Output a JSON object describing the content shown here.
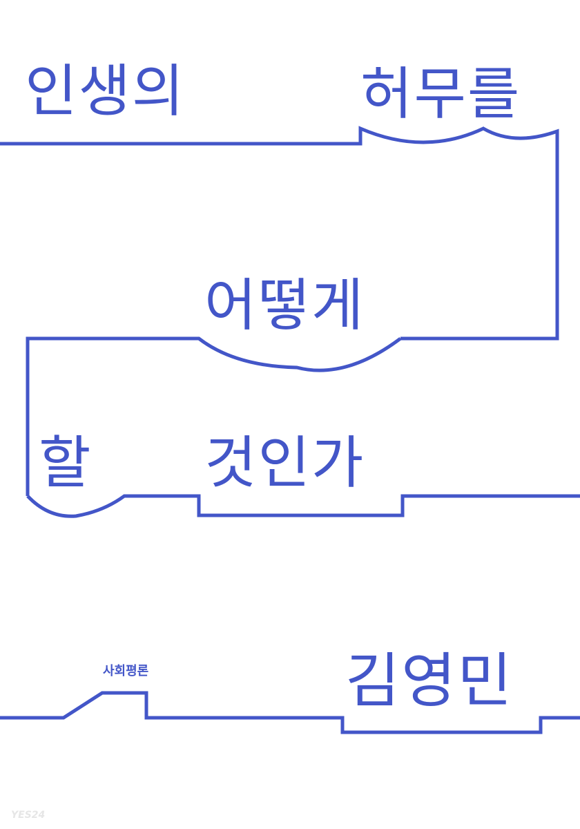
{
  "cover": {
    "title_words": [
      "인생의",
      "허무를",
      "어떻게",
      "할",
      "것인가"
    ],
    "author": "김영민",
    "publisher": "사회평론",
    "watermark": "YES24",
    "accent_color": "#4356c8",
    "background_color": "#ffffff"
  }
}
